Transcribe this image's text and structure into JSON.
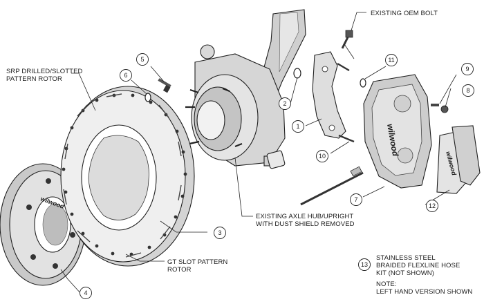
{
  "labels": {
    "existing_oem_bolt": "EXISTING OEM BOLT",
    "srp_rotor_line1": "SRP DRILLED/SLOTTED",
    "srp_rotor_line2": "PATTERN ROTOR",
    "axle_hub_line1": "EXISTING AXLE HUB/UPRIGHT",
    "axle_hub_line2": "WITH DUST SHIELD REMOVED",
    "gt_rotor_line1": "GT SLOT PATTERN",
    "gt_rotor_line2": "ROTOR",
    "flexline_line1": "STAINLESS STEEL",
    "flexline_line2": "BRAIDED FLEXLINE HOSE",
    "flexline_line3": "KIT (NOT SHOWN)",
    "note_line1": "NOTE:",
    "note_line2": "LEFT HAND VERSION SHOWN"
  },
  "callouts": {
    "c1": "1",
    "c2": "2",
    "c3": "3",
    "c4": "4",
    "c5": "5",
    "c6": "6",
    "c7": "7",
    "c8": "8",
    "c9": "9",
    "c10": "10",
    "c11": "11",
    "c12": "12",
    "c13": "13"
  },
  "brand": {
    "hat_logo": "wilwood",
    "caliper_logo": "wilwood",
    "pad_logo": "wilwood"
  }
}
